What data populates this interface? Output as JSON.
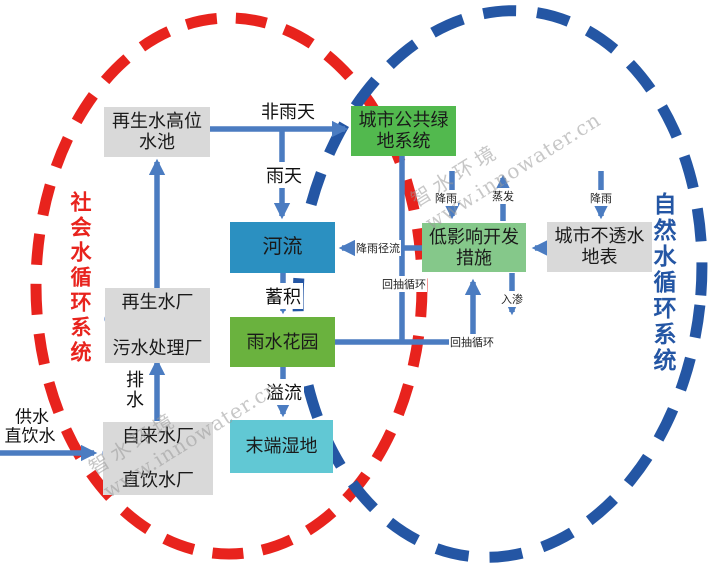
{
  "titles": {
    "social": "社会水循环系统",
    "natural": "自然水循环系统"
  },
  "boxes": {
    "reclaimed_pool": {
      "line1": "再生水高位",
      "line2": "水池"
    },
    "green_space": {
      "line1": "城市公共绿",
      "line2": "地系统"
    },
    "river": {
      "label": "河流"
    },
    "lid": {
      "line1": "低影响开发",
      "line2": "措施"
    },
    "impervious_surface": {
      "line1": "城市不透水",
      "line2": "地表"
    },
    "reclaimed_plant": {
      "top": "再生水厂",
      "bottom": "污水处理厂"
    },
    "rain_garden": {
      "label": "雨水花园"
    },
    "tap_plant": {
      "top": "自来水厂",
      "bottom": "直饮水厂"
    },
    "terminal_wetland": {
      "label": "末端湿地"
    }
  },
  "flow_labels": {
    "non_rainy": "非雨天",
    "rainy": "雨天",
    "accumulate": "蓄积",
    "overflow": "溢流",
    "drainage": "排水",
    "water_supply": "供水",
    "direct_drinking": "直饮水",
    "rainfall_lid": "降雨",
    "evaporation": "蒸发",
    "rainfall_impervious": "降雨",
    "rainfall_runoff": "降雨径流",
    "pumpback_left": "回抽循环",
    "pumpback_right": "回抽循环",
    "infiltration": "入渗"
  },
  "watermark": {
    "brand": "智水环境",
    "site": "www.innowater.cn"
  },
  "colors": {
    "social_cycle_red": "#e8231d",
    "natural_cycle_blue": "#2456a4",
    "arrow_blue": "#4b7cc1",
    "connector_blue": "#3a6ab8",
    "box_gray": "#d9d9d9",
    "green_space_green": "#52b94e",
    "rain_garden_green": "#6ab23e",
    "lid_green": "#85c88a",
    "river_blue": "#2b90c1",
    "wetland_cyan": "#61c8d4",
    "watermark_gray": "#9a9a9a"
  }
}
